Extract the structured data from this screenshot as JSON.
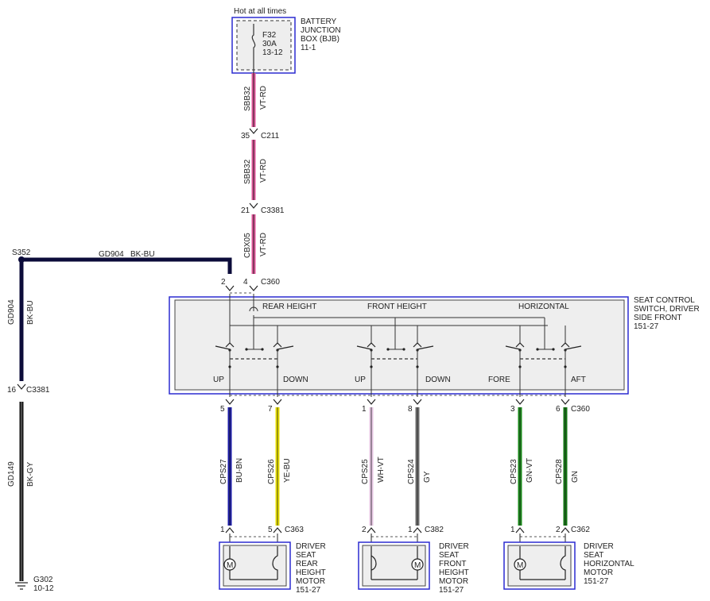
{
  "top_note": "Hot at all times",
  "bjb": {
    "fuse": [
      "F32",
      "30A",
      "13-12"
    ],
    "label": [
      "BATTERY",
      "JUNCTION",
      "BOX (BJB)",
      "11-1"
    ]
  },
  "main_feed": {
    "seg1": {
      "circuit": "SBB32",
      "color": "VT-RD"
    },
    "c211": {
      "pin": "35",
      "name": "C211"
    },
    "seg2": {
      "circuit": "SBB32",
      "color": "VT-RD"
    },
    "c3381a": {
      "pin": "21",
      "name": "C3381"
    },
    "seg3": {
      "circuit": "CBX05",
      "color": "VT-RD"
    }
  },
  "ground": {
    "splice": "S352",
    "top_wire": {
      "circuit": "GD904",
      "color": "BK-BU"
    },
    "left_wire": {
      "circuit": "GD904",
      "color": "BK-BU"
    },
    "c3381b": {
      "pin": "16",
      "name": "C3381"
    },
    "lower_wire": {
      "circuit": "GD149",
      "color": "BK-GY"
    },
    "gnd": {
      "name": "G302",
      "ref": "10-12"
    }
  },
  "c360_top": {
    "pin_left": "2",
    "pin_right": "4",
    "name": "C360"
  },
  "switch": {
    "label": [
      "SEAT CONTROL",
      "SWITCH, DRIVER",
      "SIDE FRONT",
      "151-27"
    ],
    "groups": [
      "REAR HEIGHT",
      "FRONT HEIGHT",
      "HORIZONTAL"
    ],
    "positions": [
      "UP",
      "DOWN",
      "UP",
      "DOWN",
      "FORE",
      "AFT"
    ]
  },
  "c360_bottom": {
    "name": "C360"
  },
  "wires": [
    {
      "pin_top": "5",
      "circuit": "CPS27",
      "color": "BU-BN",
      "pin_bottom": "1",
      "hex": "#1c1ca8"
    },
    {
      "pin_top": "7",
      "circuit": "CPS26",
      "color": "YE-BU",
      "pin_bottom": "5",
      "hex": "#e8e000"
    },
    {
      "pin_top": "1",
      "circuit": "CPS25",
      "color": "WH-VT",
      "pin_bottom": "2",
      "hex": "#e7c6e3"
    },
    {
      "pin_top": "8",
      "circuit": "CPS24",
      "color": "GY",
      "pin_bottom": "1",
      "hex": "#707070"
    },
    {
      "pin_top": "3",
      "circuit": "CPS23",
      "color": "GN-VT",
      "pin_bottom": "1",
      "hex": "#1a8a1a"
    },
    {
      "pin_top": "6",
      "circuit": "CPS28",
      "color": "GN",
      "pin_bottom": "2",
      "hex": "#137a13"
    }
  ],
  "motor_connectors": [
    "C363",
    "C382",
    "C362"
  ],
  "motors": [
    {
      "label": [
        "DRIVER",
        "SEAT",
        "REAR",
        "HEIGHT",
        "MOTOR",
        "151-27"
      ]
    },
    {
      "label": [
        "DRIVER",
        "SEAT",
        "FRONT",
        "HEIGHT",
        "MOTOR",
        "151-27"
      ]
    },
    {
      "label": [
        "DRIVER",
        "SEAT",
        "HORIZONTAL",
        "MOTOR",
        "151-27"
      ]
    }
  ],
  "motor_symbol": "M",
  "colors": {
    "vt_rd": "#e2559b",
    "bk_bu": "#0c0c3a",
    "bk_gy": "#111111",
    "box_border": "#2b2bd0"
  }
}
